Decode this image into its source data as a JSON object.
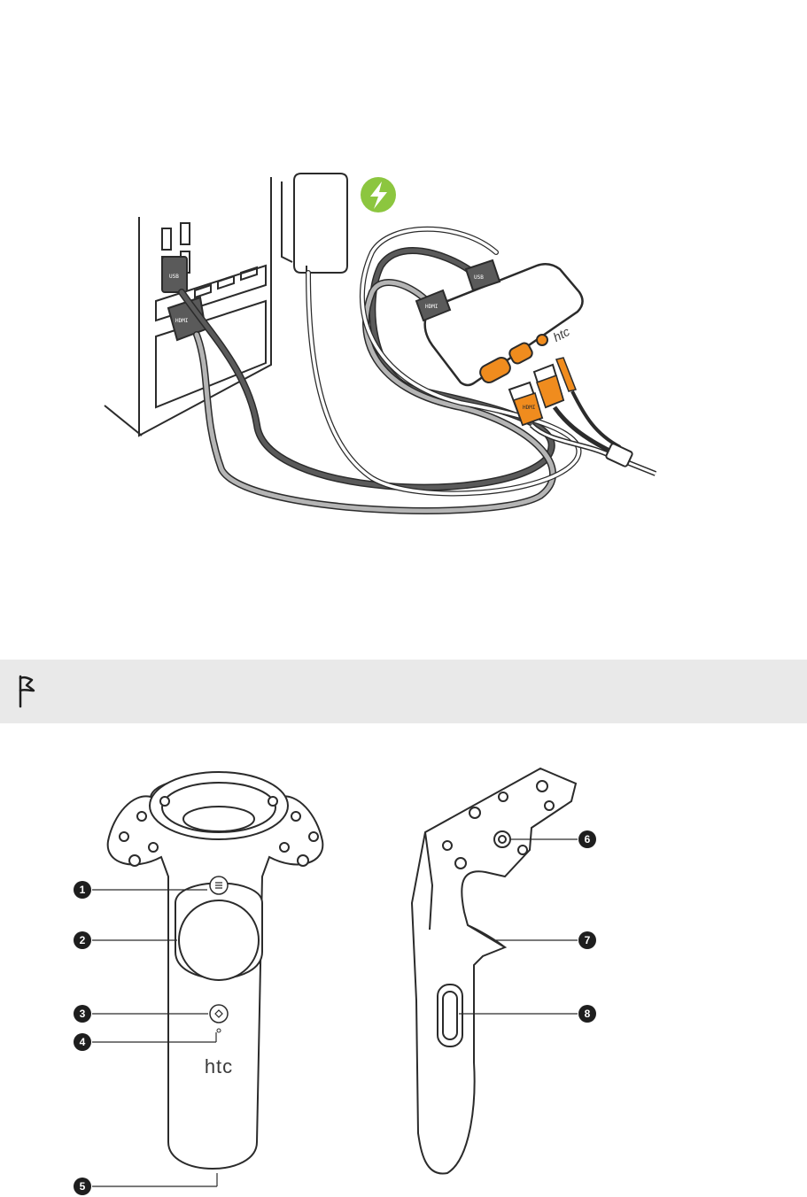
{
  "setup_figure": {
    "pc_label": "HDMI",
    "usb_label": "USB",
    "link_box_brand": "htc",
    "link_box_hdmi_label": "HDMI",
    "link_box_usb_label": "USB",
    "headset_hdmi_label": "HDMI",
    "power_icon": "lightning-bolt-icon",
    "colors": {
      "accent": "#f08c1e",
      "power_green": "#8cc63f",
      "cable_dark": "#5a5a5a",
      "cable_light": "#b5b5b5"
    }
  },
  "note": {
    "icon": "flag-icon",
    "background": "#e9e9e9"
  },
  "controller_figure": {
    "brand": "htc",
    "callouts": [
      {
        "number": "1",
        "part": "menu-button"
      },
      {
        "number": "2",
        "part": "trackpad"
      },
      {
        "number": "3",
        "part": "system-button"
      },
      {
        "number": "4",
        "part": "status-light"
      },
      {
        "number": "5",
        "part": "micro-usb-port"
      },
      {
        "number": "6",
        "part": "tracking-sensor"
      },
      {
        "number": "7",
        "part": "trigger"
      },
      {
        "number": "8",
        "part": "grip-button"
      }
    ]
  }
}
